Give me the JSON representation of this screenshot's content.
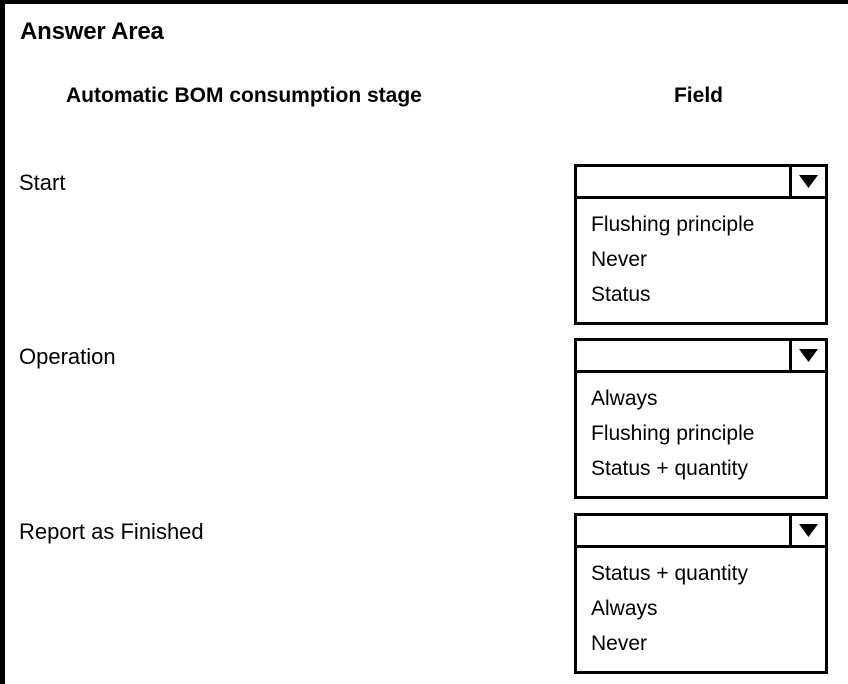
{
  "title": "Answer Area",
  "headers": {
    "stage": "Automatic BOM consumption stage",
    "field": "Field"
  },
  "arrow_icon": "chevron-down-icon",
  "colors": {
    "border": "#000000",
    "background": "#ffffff",
    "text": "#000000"
  },
  "rows": [
    {
      "label": "Start",
      "selected_value": "",
      "options": [
        "Flushing principle",
        "Never",
        "Status"
      ]
    },
    {
      "label": "Operation",
      "selected_value": "",
      "options": [
        "Always",
        "Flushing principle",
        "Status + quantity"
      ]
    },
    {
      "label": "Report as Finished",
      "selected_value": "",
      "options": [
        "Status + quantity",
        "Always",
        "Never"
      ]
    }
  ]
}
